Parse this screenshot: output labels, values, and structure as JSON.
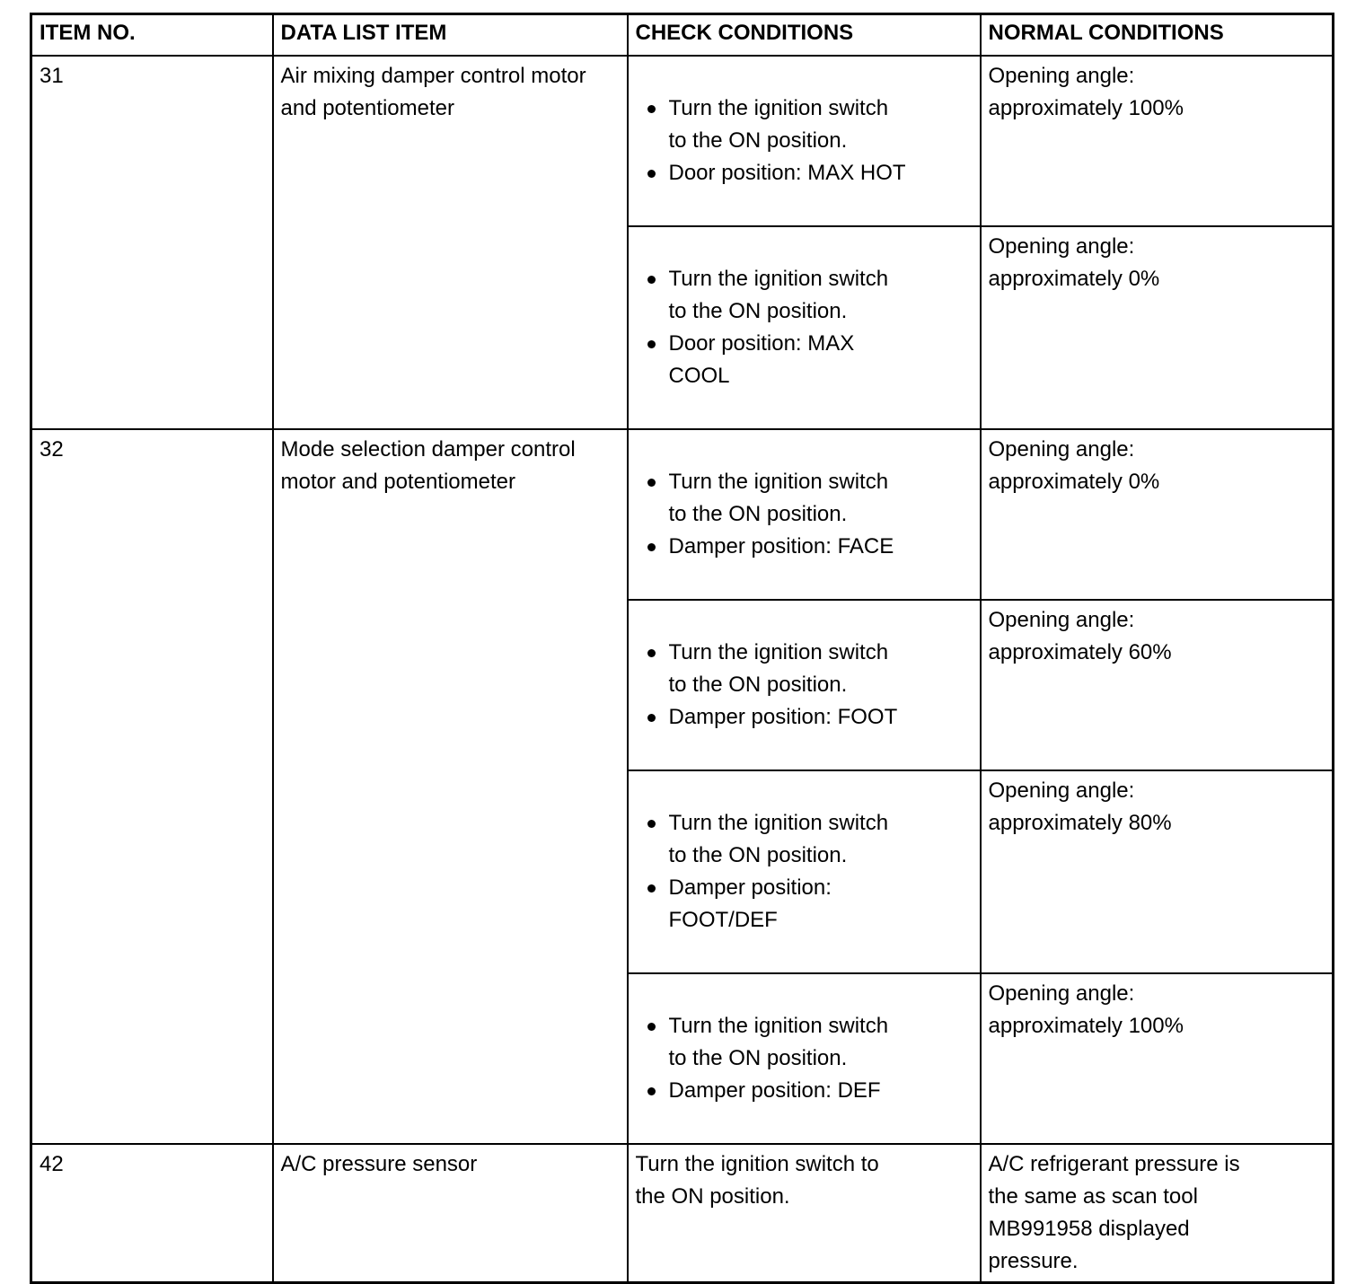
{
  "page": {
    "background_color": "#ffffff",
    "border_color": "#000000"
  },
  "table": {
    "headers": {
      "item_no": "ITEM NO.",
      "data_list_item": "DATA LIST ITEM",
      "check_conditions": "CHECK CONDITIONS",
      "normal_conditions": "NORMAL CONDITIONS"
    },
    "rows": [
      {
        "item_no": "31",
        "data_list_item": "Air mixing damper control motor and potentiometer",
        "conditions": [
          {
            "check": [
              "Turn the ignition switch\nto the ON position.",
              "Door position: MAX HOT"
            ],
            "normal": "Opening angle:\napproximately 100%"
          },
          {
            "check": [
              "Turn the ignition switch\nto the ON position.",
              "Door position: MAX\nCOOL"
            ],
            "normal": "Opening angle:\napproximately 0%"
          }
        ]
      },
      {
        "item_no": "32",
        "data_list_item": "Mode selection damper control motor and potentiometer",
        "conditions": [
          {
            "check": [
              "Turn the ignition switch\nto the ON position.",
              "Damper position: FACE"
            ],
            "normal": "Opening angle:\napproximately 0%"
          },
          {
            "check": [
              "Turn the ignition switch\nto the ON position.",
              "Damper position: FOOT"
            ],
            "normal": "Opening angle:\napproximately 60%"
          },
          {
            "check": [
              "Turn the ignition switch\nto the ON position.",
              "Damper position:\nFOOT/DEF"
            ],
            "normal": "Opening angle:\napproximately 80%"
          },
          {
            "check": [
              "Turn the ignition switch\nto the ON position.",
              "Damper position: DEF"
            ],
            "normal": "Opening angle:\napproximately 100%"
          }
        ]
      },
      {
        "item_no": "42",
        "data_list_item": "A/C pressure sensor",
        "conditions": [
          {
            "check_text": "Turn the ignition switch to\nthe ON position.",
            "normal": "A/C refrigerant pressure is\nthe same as scan tool\nMB991958 displayed\npressure."
          }
        ]
      }
    ]
  }
}
